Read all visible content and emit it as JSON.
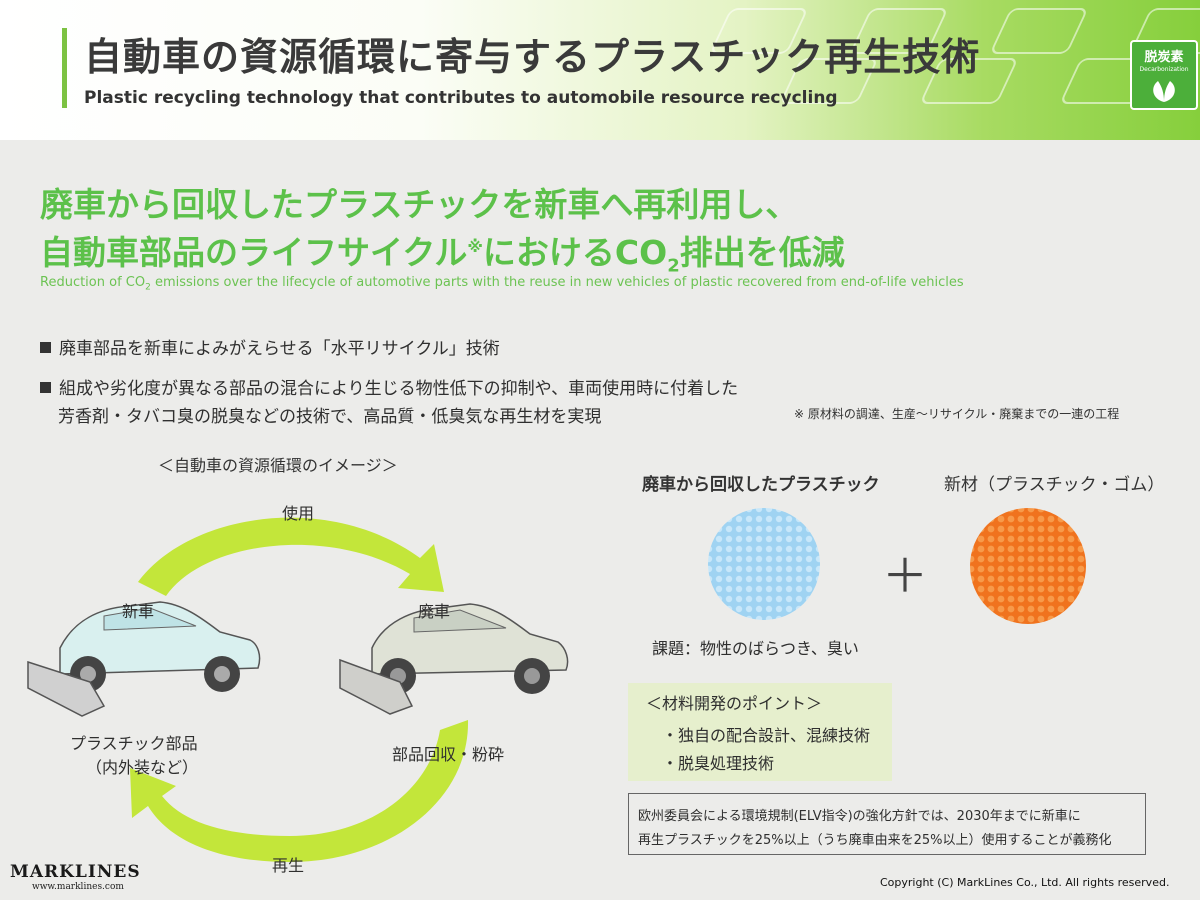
{
  "header": {
    "title_ja": "自動車の資源循環に寄与するプラスチック再生技術",
    "title_en": "Plastic recycling technology that contributes to automobile resource recycling",
    "badge_label": "脱炭素",
    "badge_sub": "Decarbonization",
    "badge_icon": "leaf-icon"
  },
  "headline": {
    "line1": "廃車から回収したプラスチックを新車へ再利用し、",
    "line2_pre": "自動車部品のライフサイクル",
    "line2_mark": "※",
    "line2_mid": "におけるCO",
    "line2_sub": "2",
    "line2_post": "排出を低減",
    "en_pre": "Reduction of CO",
    "en_sub": "2",
    "en_post": " emissions over the lifecycle of automotive parts with the reuse in new vehicles of plastic recovered from end-of-life vehicles"
  },
  "bullets": {
    "item1": "廃車部品を新車によみがえらせる「水平リサイクル」技術",
    "item2_line1": "組成や劣化度が異なる部品の混合により生じる物性低下の抑制や、車両使用時に付着した",
    "item2_line2": "芳香剤・タバコ臭の脱臭などの技術で、高品質・低臭気な再生材を実現",
    "footnote": "※ 原材料の調達、生産～リサイクル・廃棄までの一連の工程"
  },
  "diagram": {
    "caption": "＜自動車の資源循環のイメージ＞",
    "use": "使用",
    "new_car": "新車",
    "old_car": "廃車",
    "parts_line1": "プラスチック部品",
    "parts_line2": "（内外装など）",
    "collect": "部品回収・粉砕",
    "regen": "再生"
  },
  "materials": {
    "recovered_title": "廃車から回収したプラスチック",
    "new_title": "新材（プラスチック・ゴム）",
    "plus": "＋",
    "issue": "課題：物性のばらつき、臭い",
    "points_title": "＜材料開発のポイント＞",
    "point1": "・独自の配合設計、混練技術",
    "point2": "・脱臭処理技術",
    "regulation_line1": "欧州委員会による環境規制(ELV指令)の強化方針では、2030年までに新車に",
    "regulation_line2": "再生プラスチックを25%以上（うち廃車由来を25%以上）使用することが義務化",
    "colors": {
      "recovered": "#9fd3f2",
      "new": "#f0731e",
      "arrow": "#c3e63a",
      "accent_green": "#5cc14a"
    }
  },
  "footer": {
    "logo": "MARKLINES",
    "url": "www.marklines.com",
    "copyright": "Copyright (C) MarkLines Co., Ltd. All rights reserved."
  }
}
